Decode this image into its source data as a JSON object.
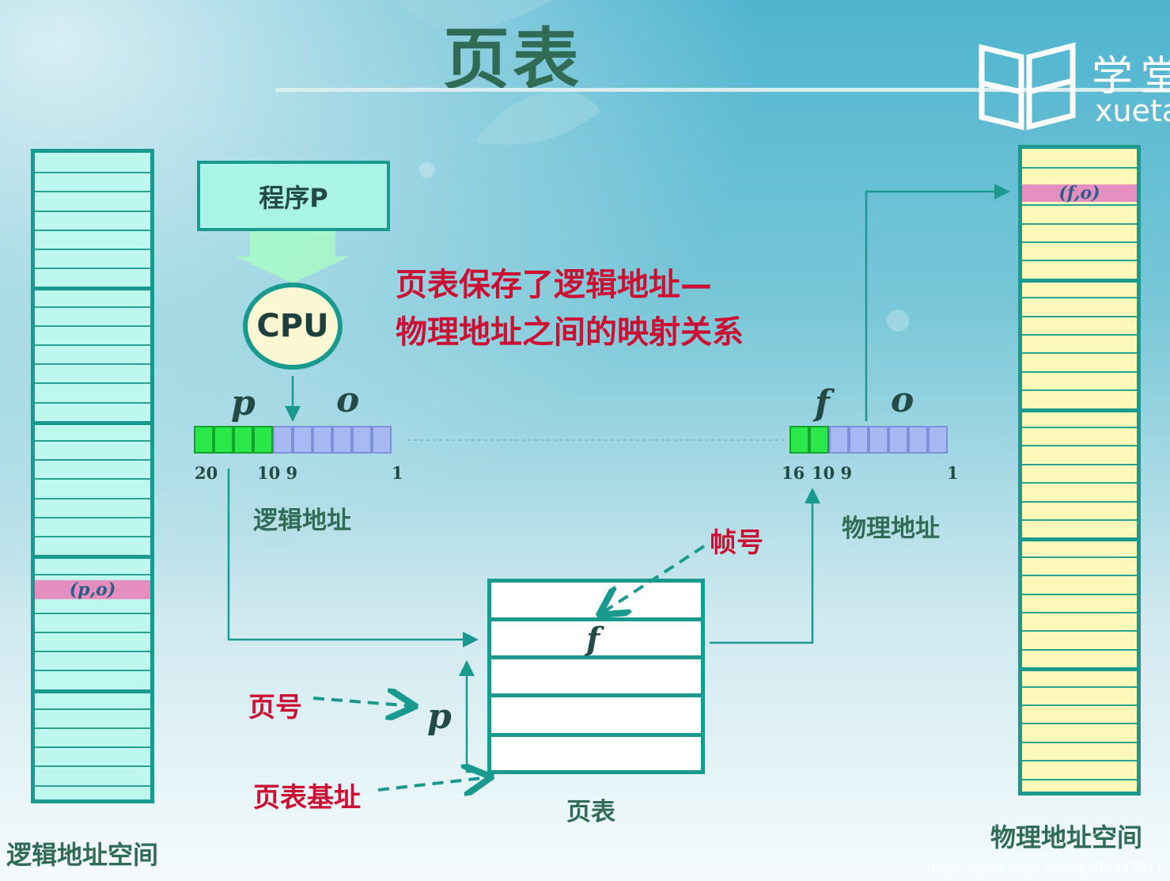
{
  "title": "页表",
  "logo": {
    "cn": "学堂",
    "en": "xuetang"
  },
  "program_box": "程序P",
  "cpu_label": "CPU",
  "caption_line1": "页表保存了逻辑地址—",
  "caption_line2": "物理地址之间的映射关系",
  "logical_address": {
    "p_label": "p",
    "o_label": "o",
    "bit_labels": [
      "20",
      "10 9",
      "1"
    ],
    "name": "逻辑地址"
  },
  "physical_address": {
    "f_label": "f",
    "o_label": "o",
    "bit_labels": [
      "16",
      "10 9",
      "1"
    ],
    "name": "物理地址"
  },
  "logical_space": {
    "cell": "(p,o)",
    "name": "逻辑地址空间"
  },
  "physical_space": {
    "cell": "(f,o)",
    "name": "物理地址空间"
  },
  "page_table": {
    "entry": "f",
    "name": "页表"
  },
  "labels": {
    "frame_no": "帧号",
    "page_no": "页号",
    "page_var": "p",
    "table_base": "页表基址"
  },
  "watermark": "https://blog.csdn.net/djl806943371",
  "colors": {
    "teal": "#1a9a8e",
    "logical_fill": "#bdf7ee",
    "physical_fill": "#fbf8b9",
    "highlight": "#e48fc0",
    "red_text": "#cc1034",
    "green_bit": "#2be84a",
    "blue_bit": "#a6b9f2"
  }
}
